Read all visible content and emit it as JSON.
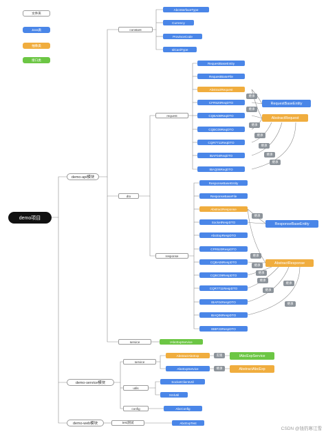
{
  "legend": [
    {
      "label": "文件夹",
      "kind": "folder"
    },
    {
      "label": "Java类",
      "kind": "class"
    },
    {
      "label": "抽象类",
      "kind": "abstract"
    },
    {
      "label": "接口类",
      "kind": "interface"
    }
  ],
  "root": "demo项目",
  "modules": {
    "api": "demo-api模块",
    "service": "demo-service模块",
    "web": "demo-web模块"
  },
  "api": {
    "constant": "constant",
    "constant_items": [
      "AbcInterfaceType",
      "Currency",
      "ProvinceCode",
      "IdCardType"
    ],
    "dto": "dto",
    "request": "request",
    "request_items": [
      "RequestBaseEntity",
      "RequestBaseFile",
      "AbstractRequest",
      "CFR520ReqDTO",
      "CQBA08ReqDTO",
      "CQBC09ReqDTO",
      "CQR7711ReqDTO",
      "IBAF04ReqDTO",
      "IBAQ06ReqDTO"
    ],
    "response": "response",
    "response_items": [
      "ResponseBaseEntity",
      "ResponseBaseFile",
      "AbstractResponse",
      "SocketRespDTO",
      "AbcExpRespDTO",
      "CFR520RespDTO",
      "CQBA08RespDTO",
      "CQBC09RespDTO",
      "CQR7711RespDTO",
      "IBAF04RespDTO",
      "IBAQ06RespDTO",
      "IBBF23RespDTO"
    ],
    "service": "service",
    "service_item": "IAbcExpService",
    "request_targets": {
      "base": "RequestBaseEntity",
      "abstract": "AbstractRequest"
    },
    "response_targets": {
      "base": "ResponseBaseEntity",
      "abstract": "AbstractResponse"
    },
    "inherit": "继承"
  },
  "svc": {
    "service": "service",
    "service_items": [
      "AbstractAbcExp",
      "AbcExpService"
    ],
    "impl_label": "实现",
    "inherit_label": "继承",
    "impl_target": "IAbcExpService",
    "inherit_target": "AbstractAbcExp",
    "utils": "utils",
    "utils_items": [
      "SocketClientUtil",
      "XmlUtil"
    ],
    "config": "config",
    "config_item": "AbcConfig"
  },
  "web": {
    "test": "test测试",
    "test_item": "AbcExpTest"
  },
  "watermark": "CSDN @钱钓寒江雪"
}
